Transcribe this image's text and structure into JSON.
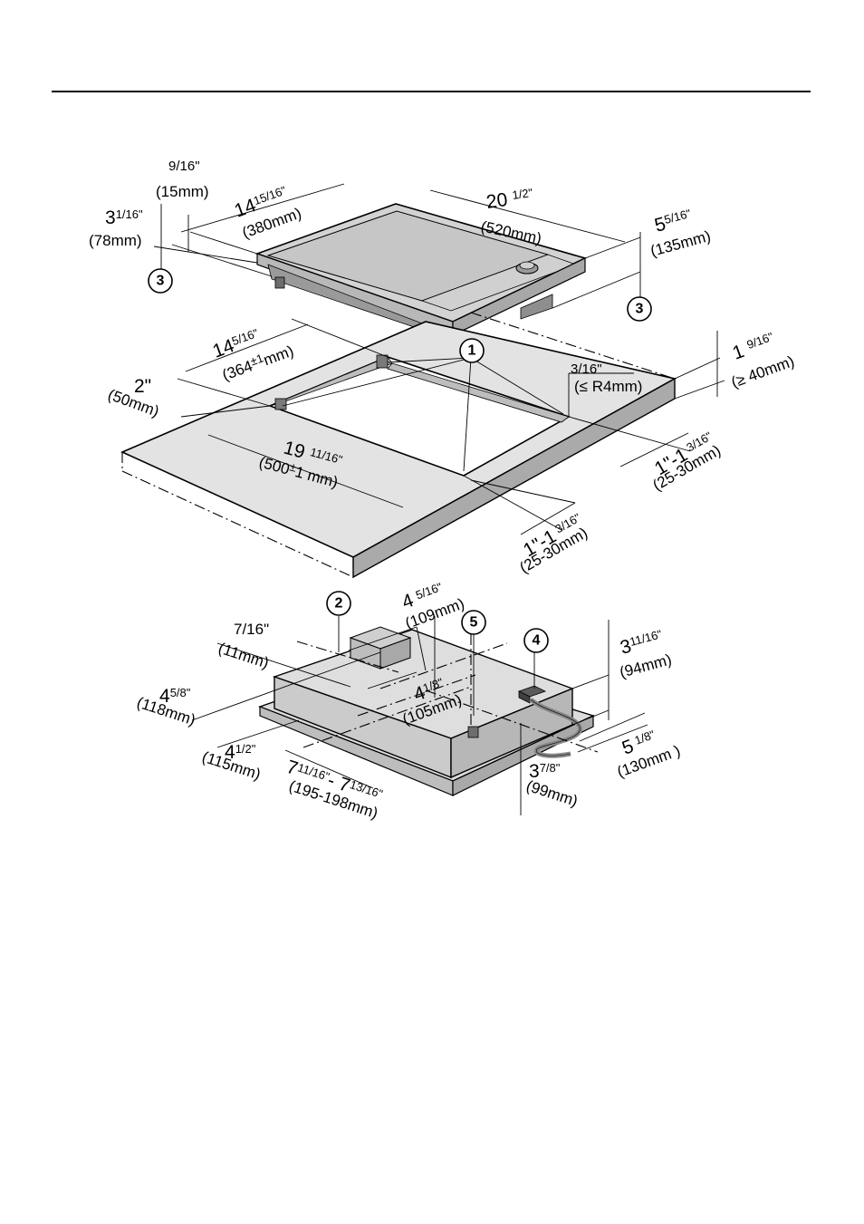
{
  "title": "",
  "top_hob": {
    "d_9_16": "9/16\"",
    "d_15mm": "(15mm)",
    "d_3_1_16_main": "3",
    "d_3_1_16_sup": "1/16\"",
    "d_78mm": "(78mm)",
    "d_14_15_16_main": "14",
    "d_14_15_16_sup": "15/16\"",
    "d_380mm": "(380mm)",
    "d_20_1_2_main": "20",
    "d_20_1_2_sup": "1/2\"",
    "d_520mm": "(520mm)",
    "d_5_5_16_main": "5",
    "d_5_5_16_sup": "5/16\"",
    "d_135mm": "(135mm)",
    "callout_3_left": "3",
    "callout_3_right": "3"
  },
  "cutout": {
    "d_14_5_16_main": "14",
    "d_14_5_16_sup": "5/16\"",
    "d_364mm": "(364",
    "d_364mm_pm": "±1",
    "d_364mm_end": "mm)",
    "d_2in": "2\"",
    "d_50mm": "(50mm)",
    "callout_1": "1",
    "d_3_16": "3/16\"",
    "d_r4mm": "(≤ R4mm)",
    "d_1_9_16_main": "1",
    "d_1_9_16_sup": "9/16\"",
    "d_40mm": "(≥ 40mm)",
    "d_19_11_16_main": "19",
    "d_19_11_16_sup": "11/16\"",
    "d_500mm": "(500",
    "d_500mm_pm": "±",
    "d_500mm_end": "1 mm)",
    "d_1_1316_a_main": "1\"-1",
    "d_1_1316_a_sup": "3/16\"",
    "d_25_30mm_a": "(25-30mm)",
    "d_1_1316_b_main": "1\"-1",
    "d_1_1316_b_sup": "3/16\"",
    "d_25_30mm_b": "(25-30mm)"
  },
  "bottom": {
    "callout_2": "2",
    "callout_5": "5",
    "callout_4": "4",
    "d_4_5_16_main": "4",
    "d_4_5_16_sup": "5/16\"",
    "d_109mm": "(109mm)",
    "d_7_16": "7/16\"",
    "d_11mm": "(11mm)",
    "d_4_1_8_main": "4",
    "d_4_1_8_sup": "1/8\"",
    "d_105mm": "(105mm)",
    "d_3_11_16_main": "3",
    "d_3_11_16_sup": "11/16\"",
    "d_94mm": "(94mm)",
    "d_4_5_8_main": "4",
    "d_4_5_8_sup": "5/8\"",
    "d_118mm": "(118mm)",
    "d_4_1_2_main": "4",
    "d_4_1_2_sup": "1/2\"",
    "d_115mm": "(115mm)",
    "d_7_range_main": "7",
    "d_7_range_sup1": "11/16\"",
    "d_7_range_mid": "- 7",
    "d_7_range_sup2": "13/16\"",
    "d_195_198mm": "(195-198mm)",
    "d_3_7_8_main": "3",
    "d_3_7_8_sup": "7/8\"",
    "d_99mm": "(99mm)",
    "d_5_1_8_main": "5",
    "d_5_1_8_sup": "1/8\"",
    "d_130mm": "(130mm )"
  }
}
